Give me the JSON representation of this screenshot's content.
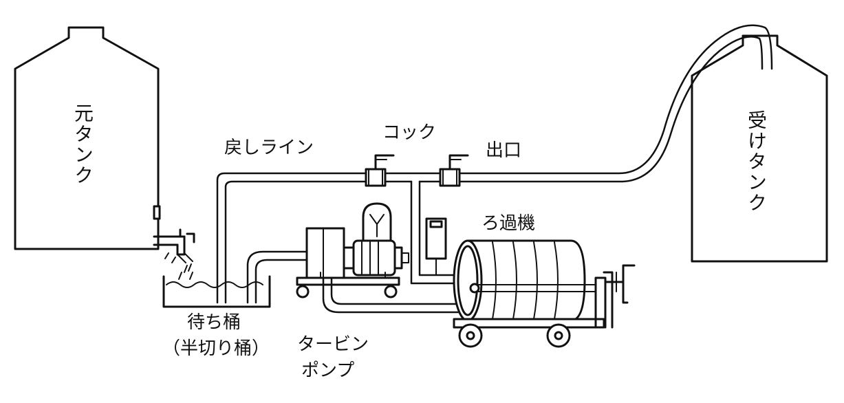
{
  "labels": {
    "source_tank": "元タンク",
    "receiving_tank": "受けタンク",
    "return_line": "戻しライン",
    "cock": "コック",
    "outlet": "出口",
    "filter_machine": "ろ過機",
    "waiting_tub": "待ち桶",
    "half_tub": "（半切り桶）",
    "turbine_line1": "タービン",
    "turbine_line2": "ポンプ"
  },
  "colors": {
    "ink": "#111111",
    "background": "#ffffff"
  }
}
